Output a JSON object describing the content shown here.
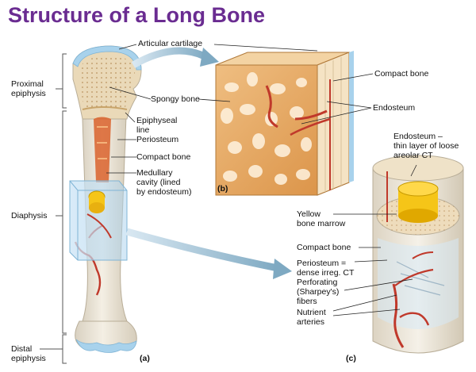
{
  "title": "Structure of a Long Bone",
  "regions": {
    "proximal_epiphysis": "Proximal\nepiphysis",
    "diaphysis": "Diaphysis",
    "distal_epiphysis": "Distal\nepiphysis"
  },
  "panel_a": {
    "articular_cartilage": "Articular cartilage",
    "spongy_bone": "Spongy bone",
    "epiphyseal_line": "Epiphyseal\nline",
    "periosteum": "Periosteum",
    "compact_bone": "Compact bone",
    "medullary_cavity": "Medullary\ncavity (lined\nby endosteum)",
    "panel_letter": "(a)"
  },
  "panel_b": {
    "compact_bone": "Compact bone",
    "endosteum": "Endosteum",
    "panel_letter": "(b)"
  },
  "panel_c": {
    "endosteum_note": "Endosteum –\nthin layer of loose\nareolar CT",
    "yellow_marrow": "Yellow\nbone marrow",
    "compact_bone": "Compact bone",
    "periosteum_note": "Periosteum =\ndense irreg. CT",
    "perforating_fibers": "Perforating\n(Sharpey's)\nfibers",
    "nutrient_arteries": "Nutrient\narteries",
    "panel_letter": "(c)"
  },
  "colors": {
    "title": "#6a2c91",
    "bone": "#efe9dc",
    "cartilage": "#a8d2ec",
    "spongy": "#e0a25a",
    "artery": "#c0392b",
    "marrow": "#f5c518",
    "arrow": "#8fb6cc"
  }
}
